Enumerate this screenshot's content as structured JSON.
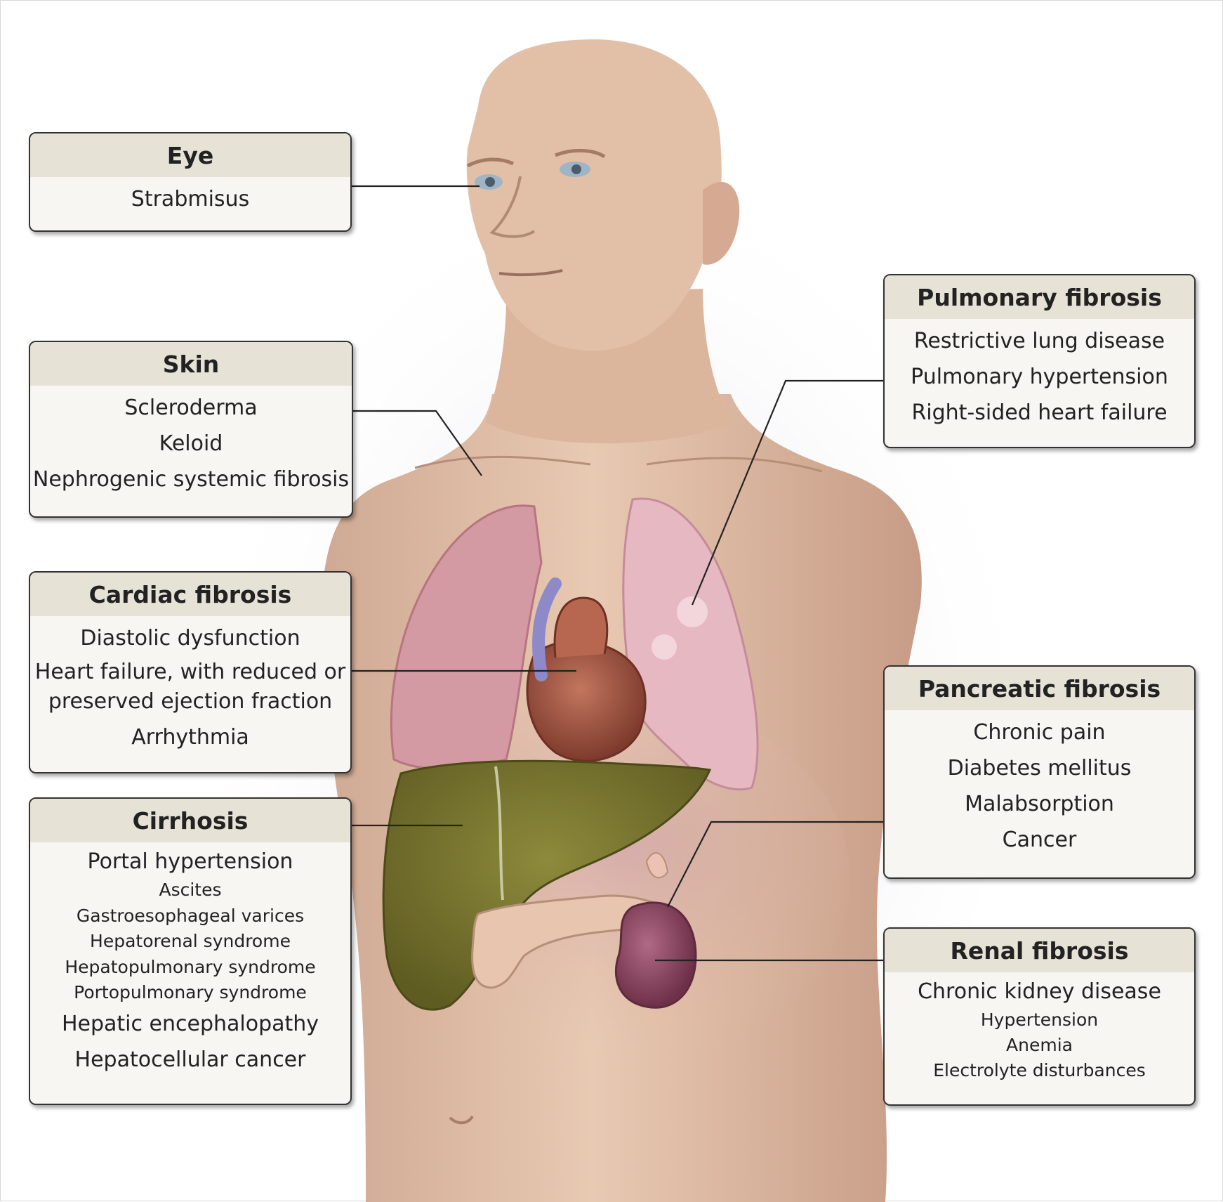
{
  "boxes": {
    "eye": {
      "title": "Eye",
      "items": [
        "Strabmisus"
      ]
    },
    "skin": {
      "title": "Skin",
      "items": [
        "Scleroderma",
        "Keloid",
        "Nephrogenic systemic fibrosis"
      ]
    },
    "cardiac": {
      "title": "Cardiac fibrosis",
      "items": [
        "Diastolic dysfunction",
        "Heart failure, with reduced or preserved ejection fraction",
        "Arrhythmia"
      ]
    },
    "cirrhosis": {
      "title": "Cirrhosis",
      "items": [
        "Portal hypertension",
        "Hepatic encephalopathy",
        "Hepatocellular cancer"
      ],
      "subitems": [
        "Ascites",
        "Gastroesophageal varices",
        "Hepatorenal syndrome",
        "Hepatopulmonary syndrome",
        "Portopulmonary syndrome"
      ]
    },
    "pulmonary": {
      "title": "Pulmonary fibrosis",
      "items": [
        "Restrictive lung disease",
        "Pulmonary hypertension",
        "Right-sided heart failure"
      ]
    },
    "pancreatic": {
      "title": "Pancreatic fibrosis",
      "items": [
        "Chronic pain",
        "Diabetes mellitus",
        "Malabsorption",
        "Cancer"
      ]
    },
    "renal": {
      "title": "Renal fibrosis",
      "items": [
        "Chronic kidney disease"
      ],
      "subitems": [
        "Hypertension",
        "Anemia",
        "Electrolyte disturbances"
      ]
    }
  },
  "colors": {
    "skin": "#e4c3ab",
    "lung": "#d99aa3",
    "fibrotic_lung": "#e8bcc6",
    "heart": "#a85a46",
    "liver": "#7c7a30",
    "pancreas": "#e9c7b2",
    "kidney": "#8e4a64",
    "box_header": "#e6e2d6",
    "box_body": "#f7f6f2",
    "leader_line": "#222222"
  }
}
